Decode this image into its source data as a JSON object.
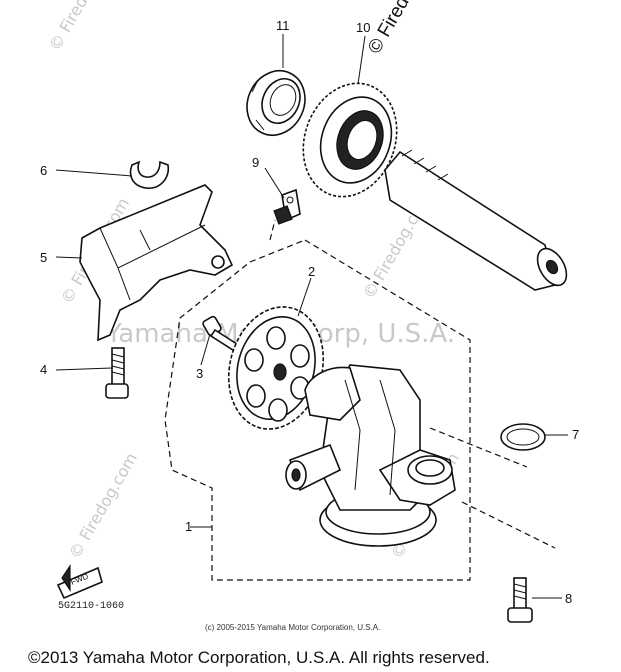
{
  "callouts": [
    {
      "id": "1",
      "label": "1",
      "part": "oil pump assembly"
    },
    {
      "id": "2",
      "label": "2",
      "part": "sprocket"
    },
    {
      "id": "3",
      "label": "3",
      "part": "screw"
    },
    {
      "id": "4",
      "label": "4",
      "part": "bolt"
    },
    {
      "id": "5",
      "label": "5",
      "part": "cover"
    },
    {
      "id": "6",
      "label": "6",
      "part": "clip"
    },
    {
      "id": "7",
      "label": "7",
      "part": "o-ring"
    },
    {
      "id": "8",
      "label": "8",
      "part": "bolt"
    },
    {
      "id": "9",
      "label": "9",
      "part": "chain joint"
    },
    {
      "id": "10",
      "label": "10",
      "part": "sprocket gear"
    },
    {
      "id": "11",
      "label": "11",
      "part": "oil seal"
    }
  ],
  "watermarks": {
    "center": "Yamaha Motor Corp, U.S.A.",
    "site": "© Firedog.com",
    "top": "© Fired"
  },
  "fwd_label": "FWD",
  "diagram_code": "5G2110-1060",
  "small_copyright": "(c) 2005-2015 Yamaha Motor Corporation, U.S.A.",
  "footer_copyright": "©2013 Yamaha Motor Corporation, U.S.A. All rights reserved."
}
